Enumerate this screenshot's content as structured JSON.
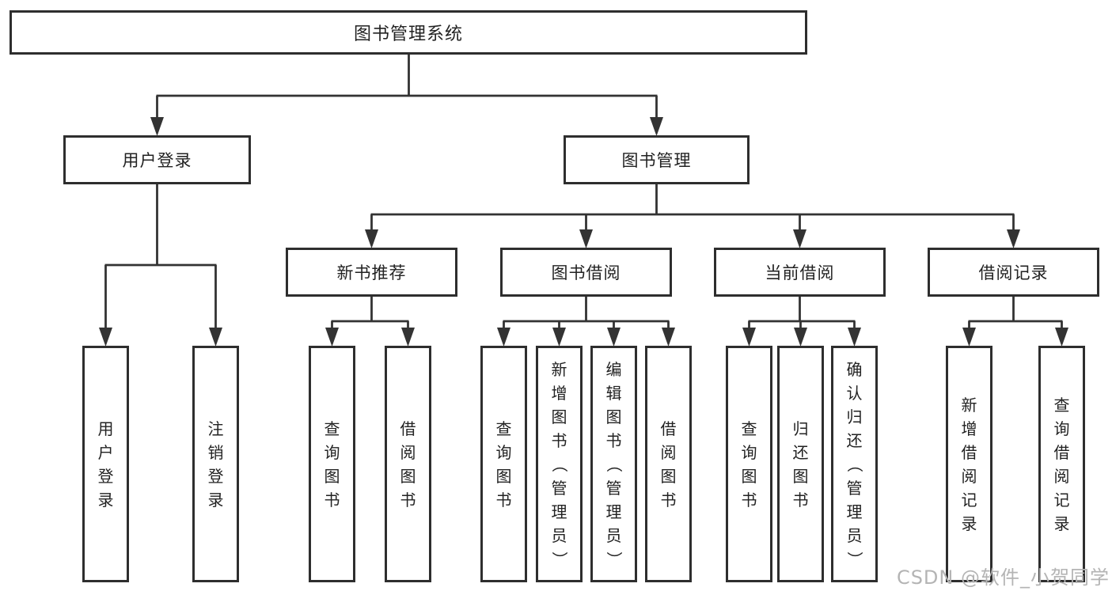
{
  "tree": {
    "root": {
      "label": "图书管理系统"
    },
    "level2": [
      {
        "label": "用户登录"
      },
      {
        "label": "图书管理"
      }
    ],
    "level3": [
      {
        "label": "新书推荐"
      },
      {
        "label": "图书借阅"
      },
      {
        "label": "当前借阅"
      },
      {
        "label": "借阅记录"
      }
    ],
    "leaves": {
      "user_login": [
        "用户登录",
        "注销登录"
      ],
      "new_books": [
        "查询图书",
        "借阅图书"
      ],
      "book_borrow": [
        "查询图书",
        "新增图书（管理员）",
        "编辑图书（管理员）",
        "借阅图书"
      ],
      "current_borrow": [
        "查询图书",
        "归还图书",
        "确认归还（管理员）"
      ],
      "borrow_records": [
        "新增借阅记录",
        "查询借阅记录"
      ]
    }
  },
  "watermark": {
    "text": "CSDN @软件_小贺同学"
  },
  "colors": {
    "line": "#333333",
    "box_border": "#2e2e2e",
    "box_bg": "#ffffff",
    "text": "#222222",
    "watermark": "#b4b4b4"
  }
}
